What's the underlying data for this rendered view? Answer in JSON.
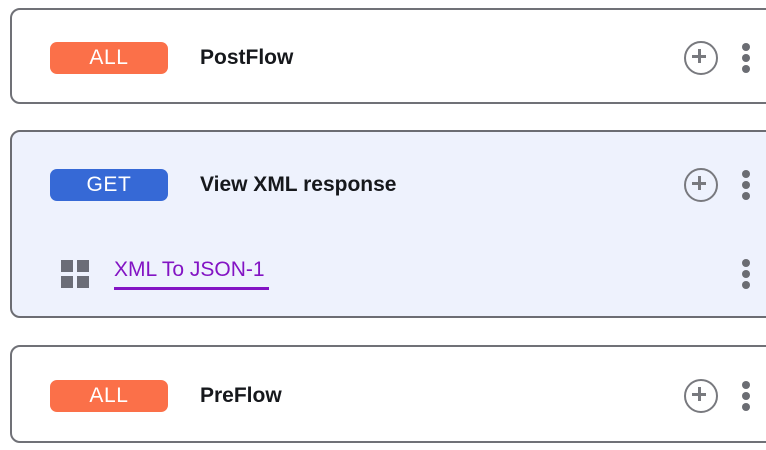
{
  "colors": {
    "badge_all": "#fb7049",
    "badge_get": "#3669d6",
    "selected_card_bg": "#eef2fd",
    "card_border": "#707177",
    "step_link": "#8314c4",
    "icon_gray": "#6b6d73",
    "title_text": "#16181c",
    "page_bg": "#ffffff"
  },
  "flows": [
    {
      "id": "postflow",
      "badge": "ALL",
      "badge_kind": "all",
      "title": "PostFlow",
      "selected": false,
      "add_icon": "plus-circle-icon",
      "menu_icon": "kebab-menu-icon",
      "steps": []
    },
    {
      "id": "view-xml-response",
      "badge": "GET",
      "badge_kind": "get",
      "title": "View XML response",
      "selected": true,
      "add_icon": "plus-circle-icon",
      "menu_icon": "kebab-menu-icon",
      "steps": [
        {
          "id": "xml-to-json-1",
          "label": "XML To JSON-1",
          "handle_icon": "grid-handle-icon",
          "menu_icon": "kebab-menu-icon"
        }
      ]
    },
    {
      "id": "preflow",
      "badge": "ALL",
      "badge_kind": "all",
      "title": "PreFlow",
      "selected": false,
      "add_icon": "plus-circle-icon",
      "menu_icon": "kebab-menu-icon",
      "steps": []
    }
  ]
}
